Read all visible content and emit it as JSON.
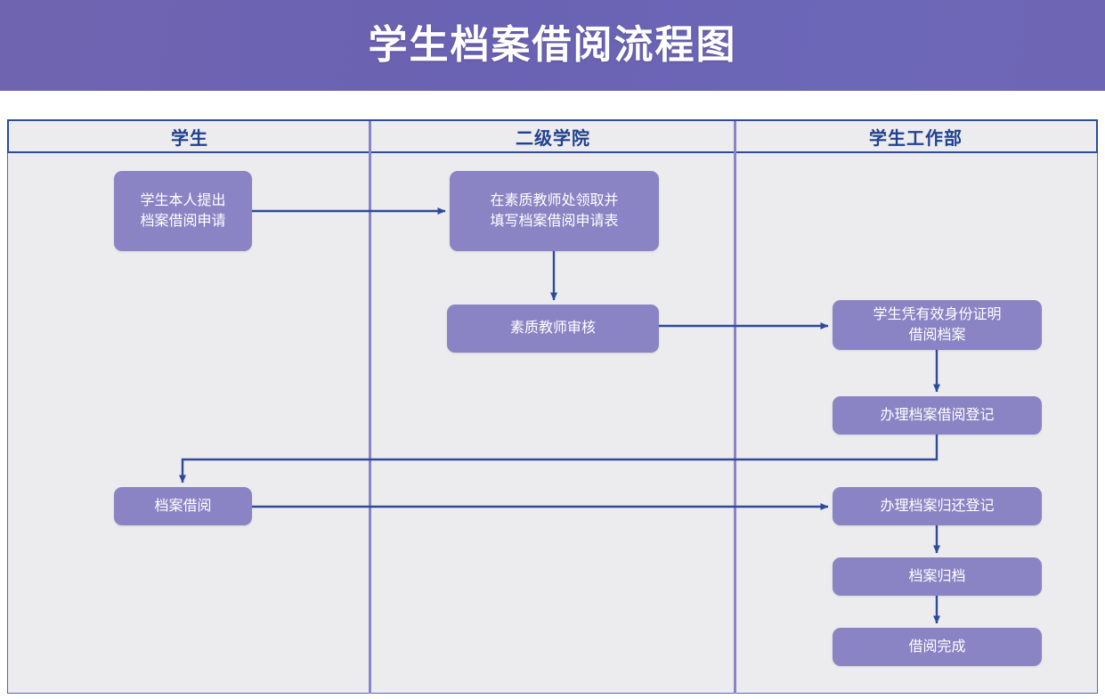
{
  "page": {
    "title": "学生档案借阅流程图",
    "background_color": "#ffffff",
    "banner_gradient_from": "#6f64b0",
    "banner_gradient_to": "#6e66b4",
    "lane_background": "#ececee",
    "node_fill": "#8a84c4",
    "node_text_color": "#ffffff",
    "header_border_color": "#2d4b9a",
    "header_text_color": "#20418f",
    "divider_color": "#8a84c4",
    "connector_color": "#2d4b9a"
  },
  "lanes": [
    {
      "id": "student",
      "label": "学生"
    },
    {
      "id": "college",
      "label": "二级学院"
    },
    {
      "id": "student-affairs",
      "label": "学生工作部"
    }
  ],
  "nodes": [
    {
      "id": "student-apply",
      "lane": "student",
      "label": "学生本人提出\n档案借阅申请"
    },
    {
      "id": "collect-form",
      "lane": "college",
      "label": "在素质教师处领取并\n填写档案借阅申请表"
    },
    {
      "id": "teacher-review",
      "lane": "college",
      "label": "素质教师审核"
    },
    {
      "id": "verify-identity",
      "lane": "student-affairs",
      "label": "学生凭有效身份证明\n借阅档案"
    },
    {
      "id": "borrow-register",
      "lane": "student-affairs",
      "label": "办理档案借阅登记"
    },
    {
      "id": "archive-borrow",
      "lane": "student",
      "label": "档案借阅"
    },
    {
      "id": "return-register",
      "lane": "student-affairs",
      "label": "办理档案归还登记"
    },
    {
      "id": "archive-file",
      "lane": "student-affairs",
      "label": "档案归档"
    },
    {
      "id": "borrow-done",
      "lane": "student-affairs",
      "label": "借阅完成"
    }
  ],
  "edges": [
    {
      "from": "student-apply",
      "to": "collect-form",
      "kind": "horizontal-right"
    },
    {
      "from": "collect-form",
      "to": "teacher-review",
      "kind": "vertical-down"
    },
    {
      "from": "teacher-review",
      "to": "verify-identity",
      "kind": "horizontal-right"
    },
    {
      "from": "verify-identity",
      "to": "borrow-register",
      "kind": "vertical-down"
    },
    {
      "from": "borrow-register",
      "to": "archive-borrow",
      "kind": "elbow-down-left-down"
    },
    {
      "from": "archive-borrow",
      "to": "return-register",
      "kind": "horizontal-right"
    },
    {
      "from": "return-register",
      "to": "archive-file",
      "kind": "vertical-down"
    },
    {
      "from": "archive-file",
      "to": "borrow-done",
      "kind": "vertical-down"
    }
  ]
}
